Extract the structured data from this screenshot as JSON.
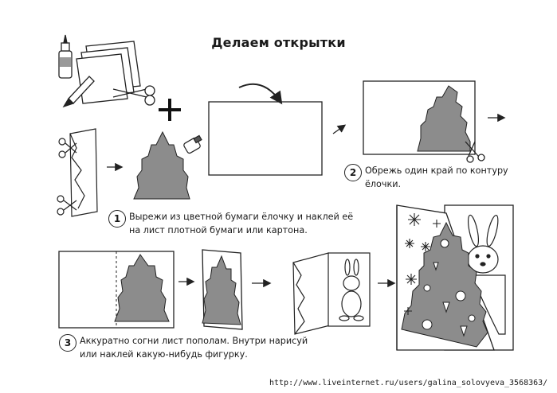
{
  "title": "Делаем открытки",
  "steps": [
    {
      "number": "1",
      "lines": [
        "Вырежи из цветной бумаги ёлочку и наклей её",
        "на лист плотной бумаги или картона."
      ]
    },
    {
      "number": "2",
      "lines": [
        "Обрежь один край по контуру",
        "ёлочки."
      ]
    },
    {
      "number": "3",
      "lines": [
        "Аккуратно согни лист пополам. Внутри нарисуй",
        "или наклей какую-нибудь фигурку."
      ]
    }
  ],
  "footer_url": "http://www.liveinternet.ru/users/galina_solovyeva_3568363/",
  "colors": {
    "tree_fill": "#8c8c8c",
    "line": "#222222",
    "background": "#ffffff"
  }
}
